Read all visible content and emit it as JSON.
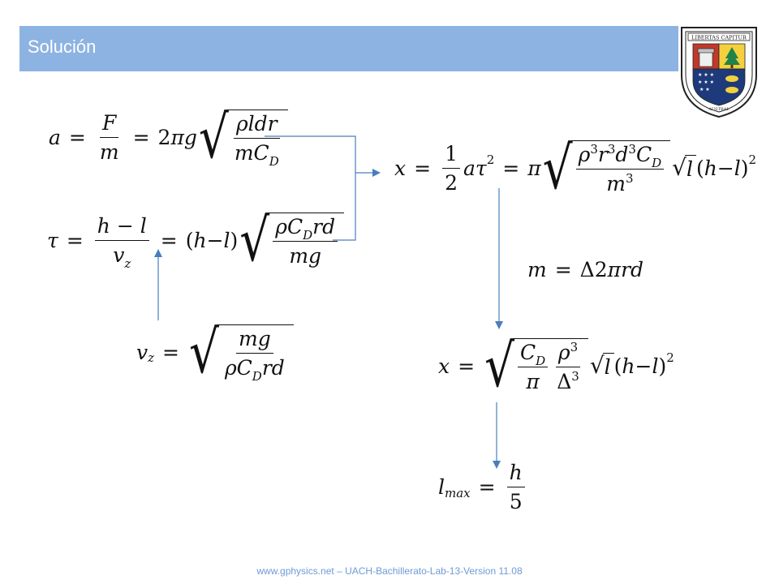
{
  "slide": {
    "title": "Solución",
    "footer": "www.gphysics.net – UACH-Bachillerato-Lab-13-Version 11.08"
  },
  "logo": {
    "name": "university-seal",
    "motto": "LIBERTAS CAPITUR",
    "ring_text": "UNIVERSIDAD AUSTRAL DE CHILE"
  },
  "equations": {
    "accel": "a = F/m = 2πg √(ρldr / mC_D)",
    "tau": "τ = (h − l)/v_z = (h − l) √(ρC_D rd / mg)",
    "vz": "v_z = √(mg / ρC_D rd)",
    "x1": "x = ½ a τ² = π √(ρ³r³d³C_D / m³) √l (h − l)²",
    "mass": "m = Δ2πrd",
    "x2": "x = √(C_D/π · ρ³/Δ³) √l (h − l)²",
    "lmax": "l_max = h/5"
  },
  "colors": {
    "title_bar": "#8db3e2",
    "arrows": "#4a7ebb",
    "footer_text": "#6f9ad6"
  }
}
